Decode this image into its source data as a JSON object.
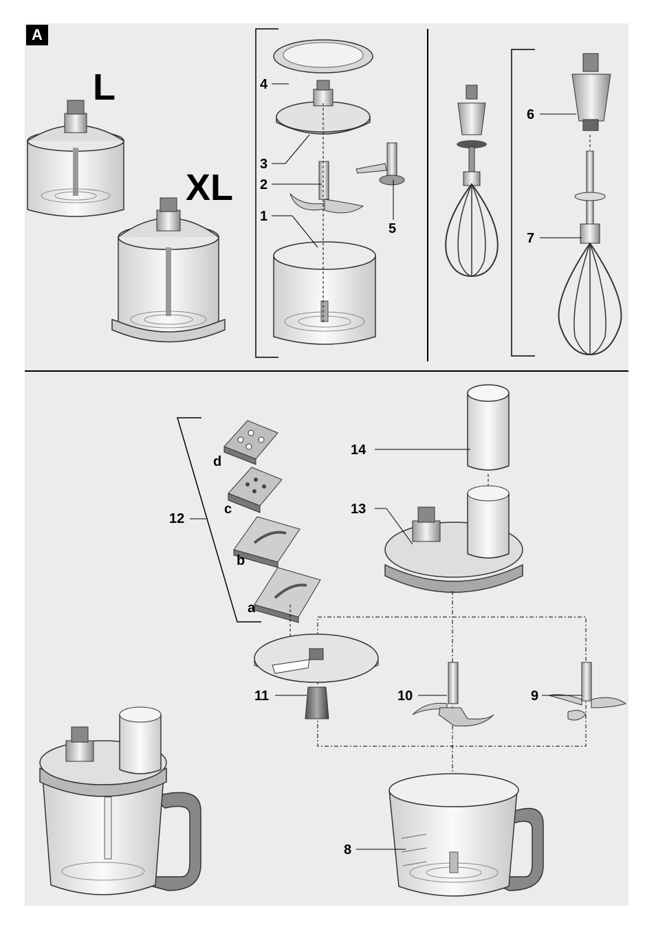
{
  "figure": {
    "section_badge": "A",
    "size_labels": {
      "small": "L",
      "large": "XL"
    },
    "parts": {
      "p1": "1",
      "p2": "2",
      "p3": "3",
      "p4": "4",
      "p5": "5",
      "p6": "6",
      "p7": "7",
      "p8": "8",
      "p9": "9",
      "p10": "10",
      "p11": "11",
      "p12": "12",
      "p13": "13",
      "p14": "14"
    },
    "disc_variants": {
      "a": "a",
      "b": "b",
      "c": "c",
      "d": "d"
    }
  }
}
